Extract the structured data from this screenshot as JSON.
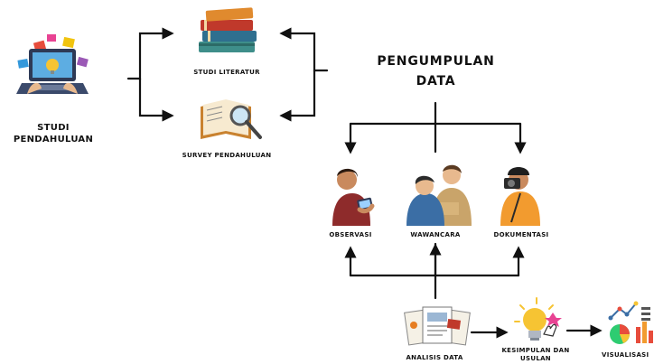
{
  "nodes": {
    "studi_pendahuluan": "STUDI\nPENDAHULUAN",
    "studi_literatur": "STUDI LITERATUR",
    "survey_pendahuluan": "SURVEY PENDAHULUAN",
    "pengumpulan_data": "PENGUMPULAN\nDATA",
    "observasi": "OBSERVASI",
    "wawancara": "WAWANCARA",
    "dokumentasi": "DOKUMENTASI",
    "analisis_data": "ANALISIS DATA",
    "kesimpulan_usulan": "KESIMPULAN DAN\nUSULAN",
    "visualisasi": "VISUALISASI"
  },
  "colors": {
    "line": "#111111",
    "laptop": "#2e3a56",
    "book_red": "#c0392b",
    "book_blue": "#2f6f8f",
    "book_teal": "#3e8e8a",
    "book_orange": "#e08a2e",
    "skin": "#c98a5e",
    "shirt_maroon": "#8e2b2b",
    "shirt_blue": "#3b6ea5",
    "shirt_tan": "#c9a46a",
    "shirt_orange": "#f29b2f",
    "bulb": "#f6c433"
  },
  "icons": [
    "laptop-icon",
    "books-stack-icon",
    "open-book-magnifier-icon",
    "observer-person-icon",
    "interview-people-icon",
    "photographer-icon",
    "documents-icon",
    "lightbulb-icon",
    "charts-icon"
  ]
}
